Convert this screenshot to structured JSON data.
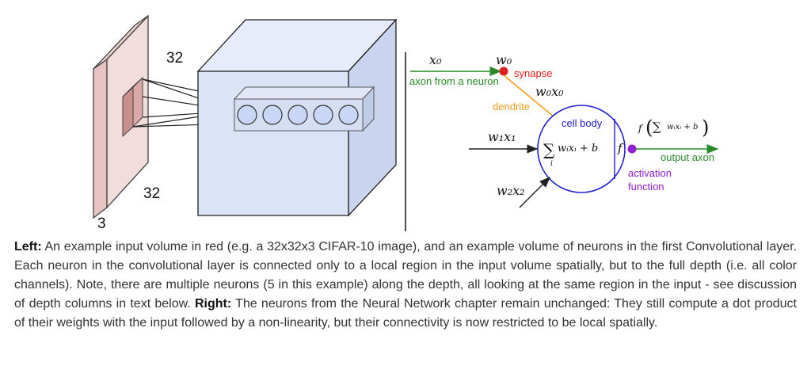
{
  "left_figure": {
    "dim_top": "32",
    "dim_side": "32",
    "dim_depth": "3"
  },
  "right_figure": {
    "x0": "x₀",
    "w0": "w₀",
    "synapse_label": "synapse",
    "axon_label": "axon from a neuron",
    "w0x0": "w₀x₀",
    "dendrite_label": "dendrite",
    "cell_body_label": "cell body",
    "w1x1": "w₁x₁",
    "sum_expr": "wᵢxᵢ + b",
    "sum_index": "i",
    "f_symbol": "f",
    "f_expr_prefix": "f",
    "f_expr_inner": "wᵢxᵢ + b",
    "output_axon_label": "output axon",
    "activation_label_1": "activation",
    "activation_label_2": "function",
    "w2x2": "w₂x₂"
  },
  "caption": {
    "left_head": "Left:",
    "left_text": " An example input volume in red (e.g. a 32x32x3 CIFAR-10 image), and an example volume of neurons in the first Convolutional layer. Each neuron in the convolutional layer is connected only to a local region in the input volume spatially, but to the full depth (i.e. all color channels). Note, there are multiple neurons (5 in this example) along the depth, all looking at the same region in the input - see discussion of depth columns in text below. ",
    "right_head": "Right:",
    "right_text": " The neurons from the Neural Network chapter remain unchanged: They still compute a dot product of their weights with the input followed by a non-linearity, but their connectivity is now restricted to be local spatially."
  },
  "colors": {
    "input_volume": "#f2d6d6",
    "conv_volume": "#dbe3f7",
    "neuron": "#c9d6f5",
    "cell_body": "#2020d0",
    "synapse": "#e02020",
    "axon": "#2a8a2a",
    "dendrite": "#f0a020",
    "activation": "#9020d0"
  }
}
